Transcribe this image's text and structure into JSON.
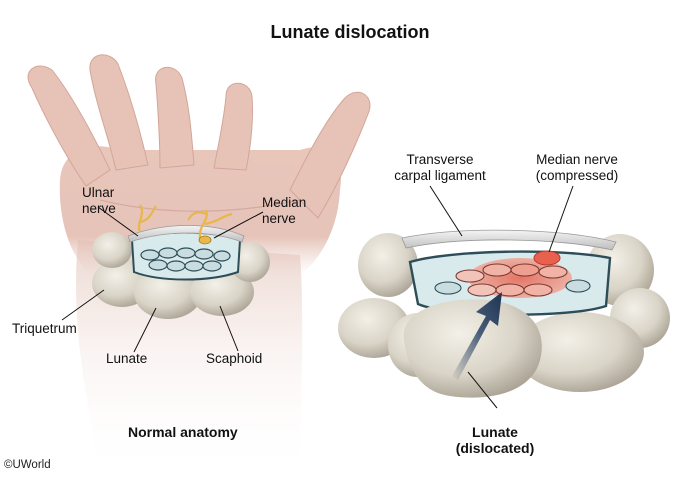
{
  "title": "Lunate dislocation",
  "copyright": "©UWorld",
  "left_panel": {
    "caption": "Normal anatomy",
    "labels": {
      "ulnar_nerve": [
        "Ulnar",
        "nerve"
      ],
      "median_nerve": [
        "Median",
        "nerve"
      ],
      "triquetrum": "Triquetrum",
      "lunate": "Lunate",
      "scaphoid": "Scaphoid"
    }
  },
  "right_panel": {
    "labels": {
      "transverse_ligament": [
        "Transverse",
        "carpal ligament"
      ],
      "median_nerve": [
        "Median nerve",
        "(compressed)"
      ],
      "lunate": [
        "Lunate",
        "(dislocated)"
      ]
    }
  },
  "colors": {
    "skin": "#e6c2b6",
    "skin_shadow": "#c99a8c",
    "bone": "#dcd8cc",
    "bone_shadow": "#a9a396",
    "tendon": "#c9dde1",
    "tendon_outline": "#2d4e58",
    "nerve": "#e8b64a",
    "inflamed": "#e47a6a",
    "arrow": "#1f3552"
  }
}
